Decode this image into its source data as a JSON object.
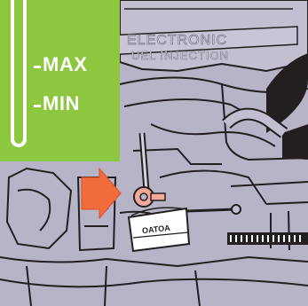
{
  "banner": {
    "line1": "ELECTRONIC",
    "line2": "UEL INJECTION"
  },
  "dipstick_inset": {
    "max_label": "MAX",
    "min_label": "MIN"
  },
  "reservoir": {
    "cap_text": "OATOA"
  },
  "colors": {
    "inset_green": "#8dc63f",
    "engine_gray": "#b8b4c8",
    "outline": "#231f20",
    "arrow_orange": "#f26b3a",
    "dipstick_pink": "#f6a99b",
    "reservoir_white": "#ffffff"
  }
}
